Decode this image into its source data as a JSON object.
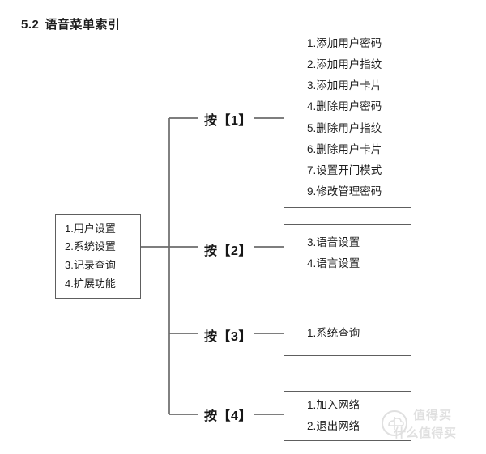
{
  "page": {
    "title_number": "5.2",
    "title_text": "语音菜单索引",
    "background_color": "#ffffff",
    "line_color": "#6b6b6b",
    "box_border_color": "#5e5e5e",
    "text_color": "#1f1f1f"
  },
  "root_node": {
    "name": "main-menu",
    "items": [
      "1.用户设置",
      "2.系统设置",
      "3.记录查询",
      "4.扩展功能"
    ]
  },
  "branches": [
    {
      "label": "按【1】",
      "key": "1",
      "items": [
        "1.添加用户密码",
        "2.添加用户指纹",
        "3.添加用户卡片",
        "4.删除用户密码",
        "5.删除用户指纹",
        "6.删除用户卡片",
        "7.设置开门模式",
        "9.修改管理密码"
      ]
    },
    {
      "label": "按【2】",
      "key": "2",
      "items": [
        "3.语音设置",
        "4.语言设置"
      ]
    },
    {
      "label": "按【3】",
      "key": "3",
      "items": [
        "1.系统查询"
      ]
    },
    {
      "label": "按【4】",
      "key": "4",
      "items": [
        "1.加入网络",
        "2.退出网络"
      ]
    }
  ],
  "watermark": {
    "line1": "值得买",
    "line2": "什么值得买",
    "logo_name": "smzdm-logo"
  }
}
